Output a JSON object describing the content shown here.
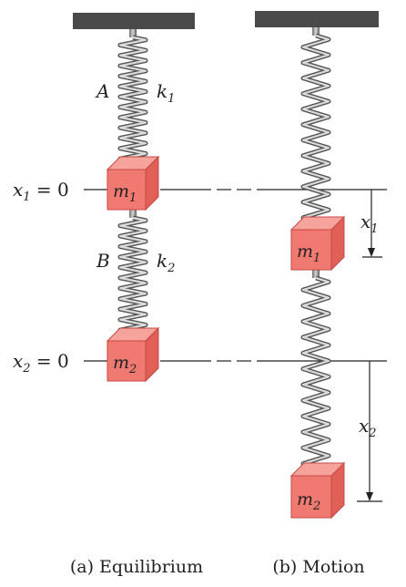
{
  "captions": {
    "a": "(a) Equilibrium",
    "b": "(b) Motion"
  },
  "springs": {
    "a_label": "A",
    "b_label": "B",
    "k1": {
      "base": "k",
      "sub": "1"
    },
    "k2": {
      "base": "k",
      "sub": "2"
    }
  },
  "masses": {
    "m1": {
      "base": "m",
      "sub": "1"
    },
    "m2": {
      "base": "m",
      "sub": "2"
    }
  },
  "equilibrium_lines": {
    "x1": {
      "base": "x",
      "sub": "1",
      "eq": " = 0"
    },
    "x2": {
      "base": "x",
      "sub": "2",
      "eq": " = 0"
    }
  },
  "displacements": {
    "x1": {
      "base": "x",
      "sub": "1"
    },
    "x2": {
      "base": "x",
      "sub": "2"
    }
  },
  "colors": {
    "ceiling": "#4a4a4a",
    "mass_fill": "#f07a72",
    "mass_top": "#f6a39c",
    "mass_side": "#e05f57",
    "mass_edge": "#c44a44",
    "spring": "#7a7a7a"
  }
}
